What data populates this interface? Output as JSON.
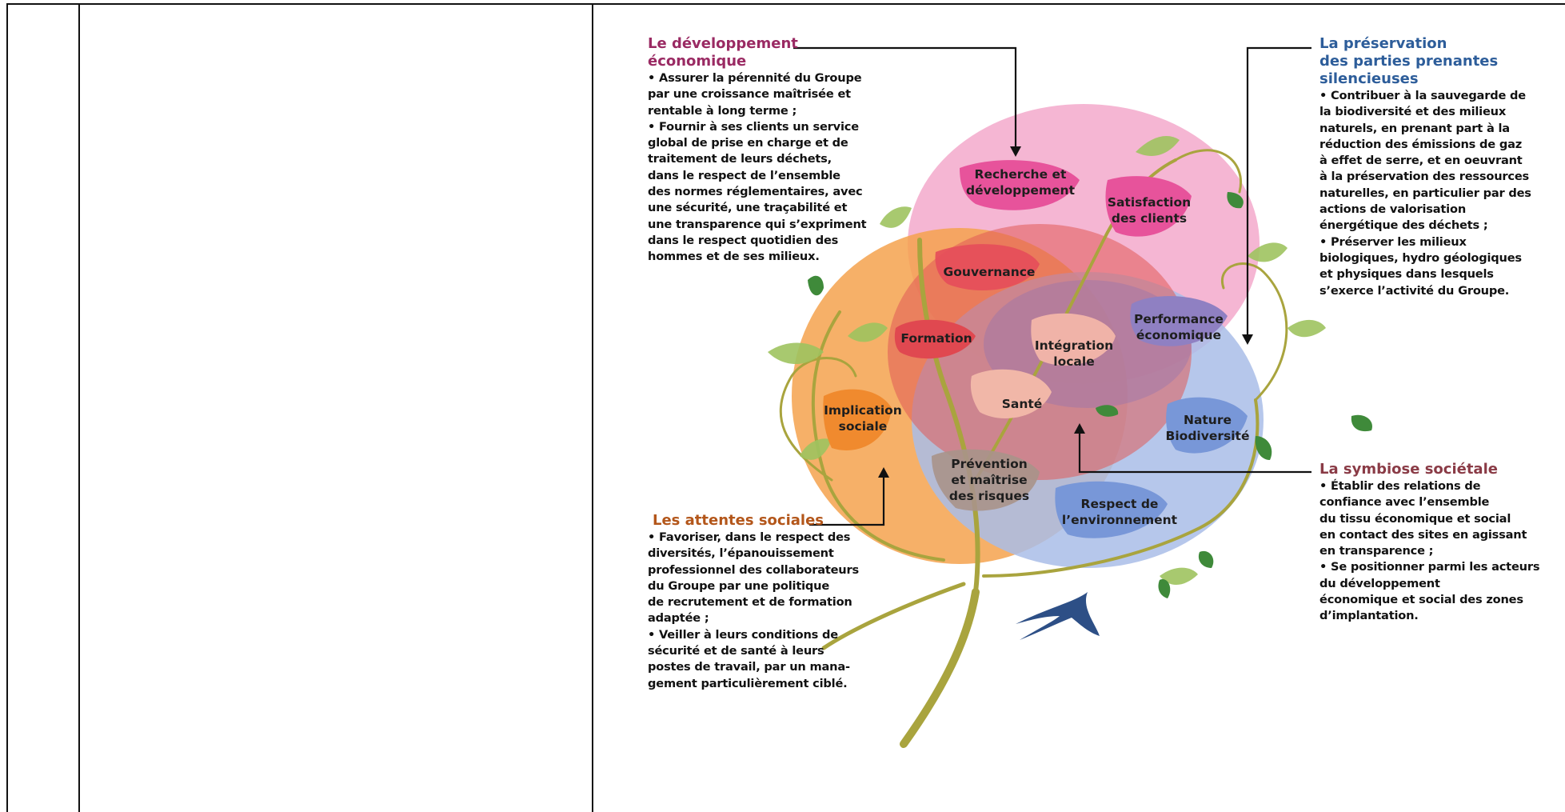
{
  "colors": {
    "economic": "#9a2a63",
    "preservation": "#2d5d9a",
    "social": "#b3561a",
    "symbiosis": "#8a3b46",
    "pink_circle": "#f2a4c8",
    "orange_circle": "#f5a455",
    "blue_circle": "#a9bde7",
    "red_circle": "#e0605a",
    "branch": "#a7a43e",
    "leaf": "#9bc25a"
  },
  "blocks": {
    "economic": {
      "title": "Le développement\néconomique",
      "body": "• Assurer la pérennité du Groupe\npar une croissance maîtrisée et\nrentable à long terme ;\n• Fournir à ses clients un service\nglobal de prise en charge et de\ntraitement de leurs déchets,\ndans le respect de l’ensemble\ndes normes réglementaires, avec\nune sécurité, une traçabilité et\nune transparence qui s’expriment\ndans le respect quotidien des\nhommes et de ses milieux."
    },
    "preservation": {
      "title": "La préservation\ndes parties prenantes\nsilencieuses",
      "body": "• Contribuer à la sauvegarde de\nla biodiversité et des milieux\nnaturels, en prenant part à la\nréduction des émissions de gaz\nà effet de serre, et en oeuvrant\nà la préservation des ressources\nnaturelles, en particulier par des\nactions de valorisation\nénergétique des déchets ;\n• Préserver les milieux\nbiologiques, hydro géologiques\net physiques dans lesquels\ns’exerce l’activité du Groupe."
    },
    "social": {
      "title": "Les attentes sociales",
      "body": "• Favoriser, dans le respect des\ndiversités, l’épanouissement\nprofessionnel des collaborateurs\ndu Groupe par une politique\nde recrutement et de formation\nadaptée ;\n• Veiller à leurs conditions de\nsécurité et de santé à leurs\npostes de travail, par un mana-\ngement particulièrement ciblé."
    },
    "symbiosis": {
      "title": "La symbiose sociétale",
      "body": "• Établir des relations de\nconfiance avec l’ensemble\ndu tissu économique et social\nen contact des sites en agissant\nen transparence ;\n• Se positionner parmi les acteurs\ndu développement\néconomique et social des zones\nd’implantation."
    }
  },
  "leaves": {
    "recherche": "Recherche et\ndéveloppement",
    "satisfaction": "Satisfaction\ndes clients",
    "gouvernance": "Gouvernance",
    "formation": "Formation",
    "integration": "Intégration\nlocale",
    "performance": "Performance\néconomique",
    "sante": "Santé",
    "implication": "Implication\nsociale",
    "nature": "Nature\nBiodiversité",
    "prevention": "Prévention\net maîtrise\ndes risques",
    "respect": "Respect de\nl’environnement"
  }
}
